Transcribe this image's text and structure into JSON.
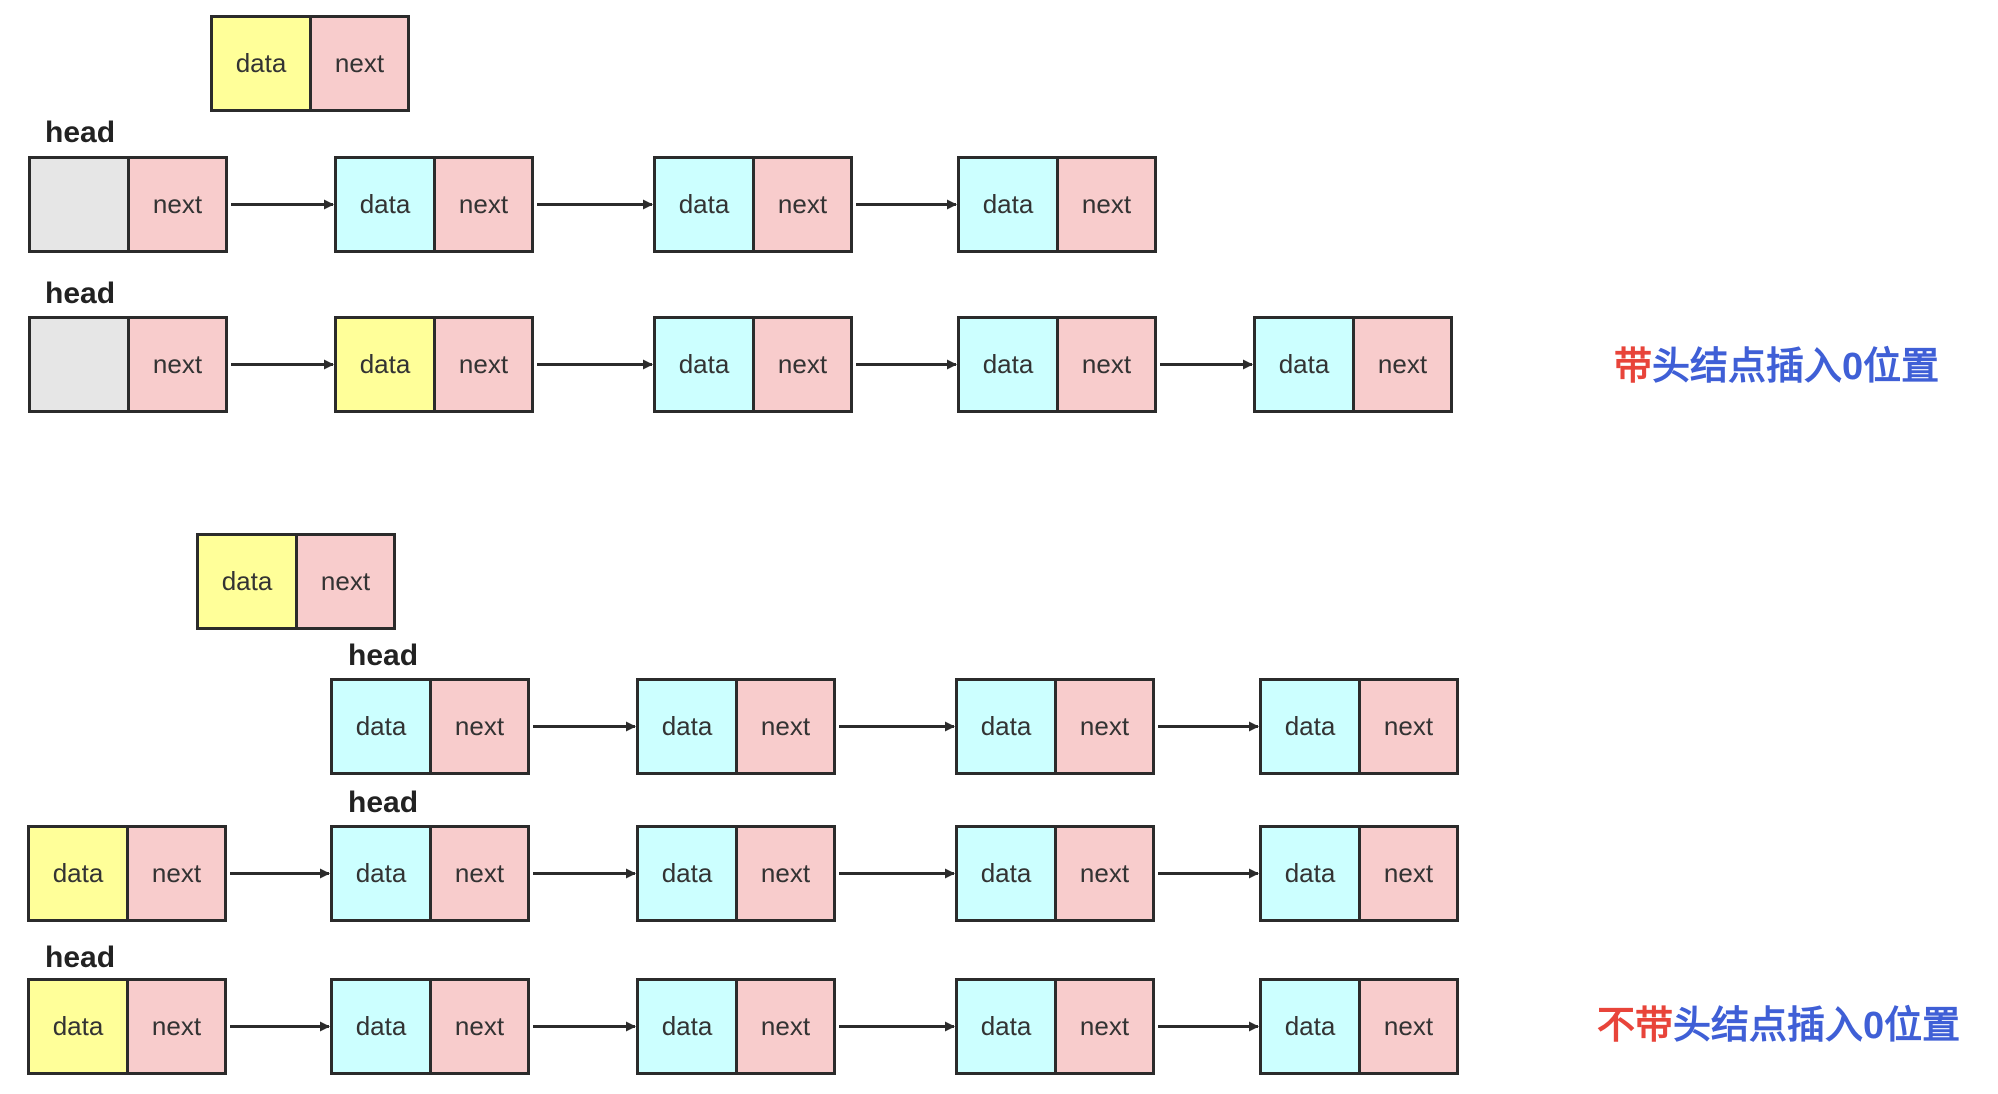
{
  "labels": {
    "data": "data",
    "next": "next",
    "head": "head"
  },
  "colors": {
    "data_new": "#ffff99",
    "data_normal": "#ccffff",
    "next": "#f8cccc",
    "head_node": "#e6e6e6",
    "caption_red": "#e8443a",
    "caption_blue": "#3f5fd6",
    "stroke": "#2b2b2b"
  },
  "captions": {
    "with_head": {
      "red": "带",
      "blue": "头结点插入0位置"
    },
    "without_head": {
      "red": "不带",
      "blue": "头结点插入0位置"
    }
  }
}
